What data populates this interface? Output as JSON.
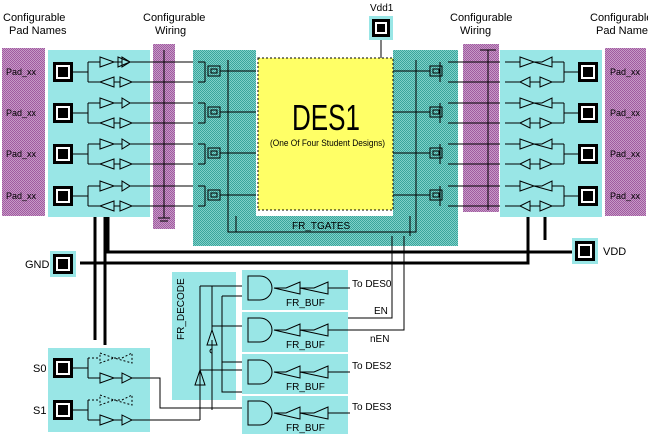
{
  "labels": {
    "left_pad_header": [
      "Configurable",
      "Pad Names"
    ],
    "right_pad_header": [
      "Configurable",
      "Pad Names"
    ],
    "left_wiring_header": [
      "Configurable",
      "Wiring"
    ],
    "right_wiring_header": [
      "Configurable",
      "Wiring"
    ],
    "vdd1": "Vdd1",
    "gnd": "GND",
    "vdd": "VDD",
    "s0": "S0",
    "s1": "S1",
    "des_title": "DES1",
    "des_subtitle": "(One Of Four Student Designs)",
    "fr_tgates": "FR_TGATES",
    "fr_decode": "FR_DECODE",
    "buf_labels": [
      "FR_BUF",
      "FR_BUF",
      "FR_BUF",
      "FR_BUF"
    ],
    "outputs": [
      "To DES0",
      "EN",
      "nEN",
      "To DES2",
      "To DES3"
    ]
  },
  "pads": {
    "left": [
      "Pad_xx",
      "Pad_xx",
      "Pad_xx",
      "Pad_xx"
    ],
    "right": [
      "Pad_xx",
      "Pad_xx",
      "Pad_xx",
      "Pad_xx"
    ]
  },
  "colors": {
    "cyan": "#99e6e6",
    "purple": "#bf7fbf",
    "teal": "#57bcb5",
    "yellow": "#ffff66",
    "pad_fill": "#000000"
  }
}
